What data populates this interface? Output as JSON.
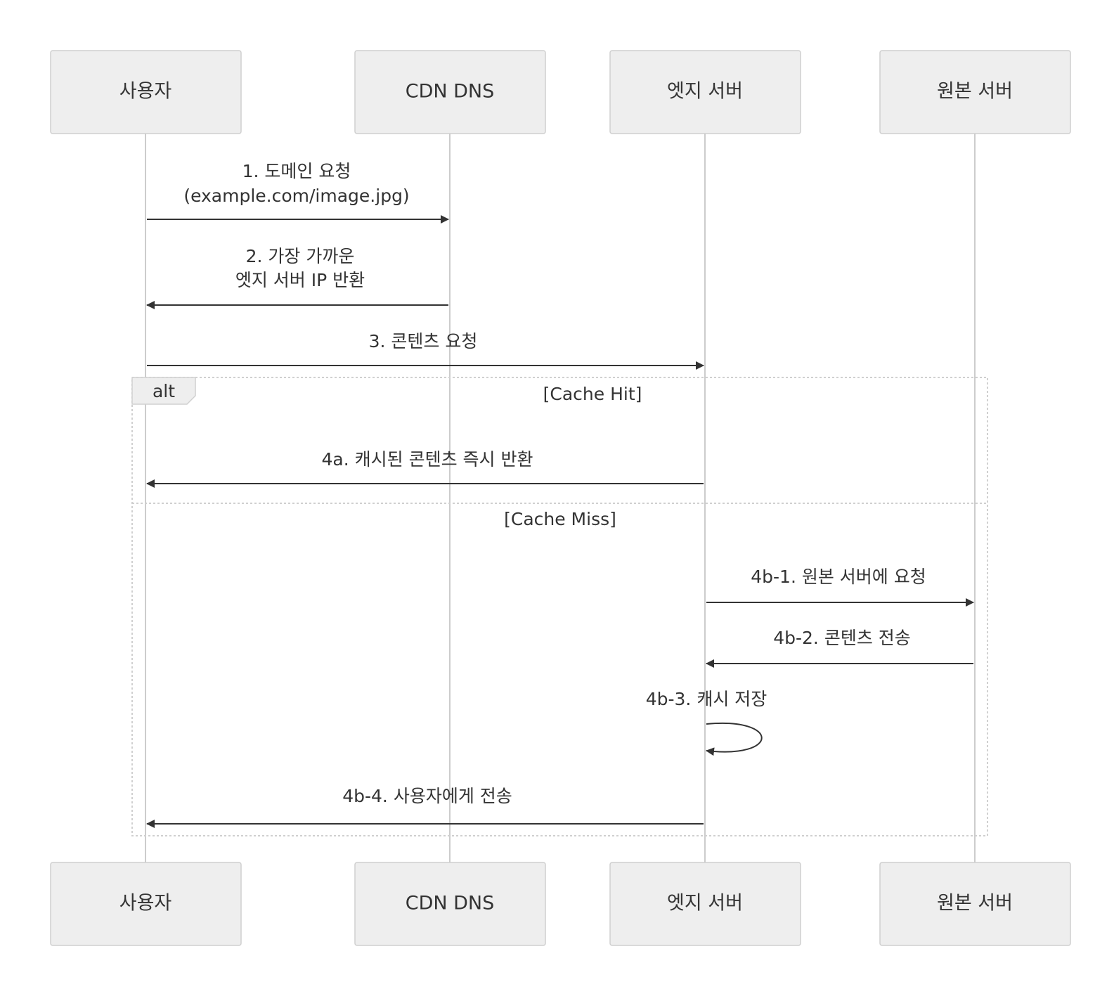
{
  "actors": [
    {
      "label": "사용자"
    },
    {
      "label": "CDN DNS"
    },
    {
      "label": "엣지 서버"
    },
    {
      "label": "원본 서버"
    }
  ],
  "messages": [
    {
      "from": 0,
      "to": 1,
      "lines": [
        "1. 도메인 요청",
        "(example.com/image.jpg)"
      ]
    },
    {
      "from": 1,
      "to": 0,
      "lines": [
        "2. 가장 가까운",
        "엣지 서버 IP 반환"
      ]
    },
    {
      "from": 0,
      "to": 2,
      "lines": [
        "3. 콘텐츠 요청"
      ]
    },
    {
      "from": 2,
      "to": 0,
      "lines": [
        "4a. 캐시된 콘텐츠 즉시 반환"
      ]
    },
    {
      "from": 2,
      "to": 3,
      "lines": [
        "4b-1. 원본 서버에 요청"
      ]
    },
    {
      "from": 3,
      "to": 2,
      "lines": [
        "4b-2. 콘텐츠 전송"
      ]
    },
    {
      "from": 2,
      "to": 2,
      "lines": [
        "4b-3. 캐시 저장"
      ]
    },
    {
      "from": 2,
      "to": 0,
      "lines": [
        "4b-4. 사용자에게 전송"
      ]
    }
  ],
  "alt_frame": {
    "label": "alt",
    "conditions": [
      "[Cache Hit]",
      "[Cache Miss]"
    ]
  },
  "colors": {
    "actor_fill": "#eeeeee",
    "actor_stroke": "#cfcfcf",
    "lifeline": "#cccccc",
    "arrow": "#333333",
    "text": "#333333"
  }
}
